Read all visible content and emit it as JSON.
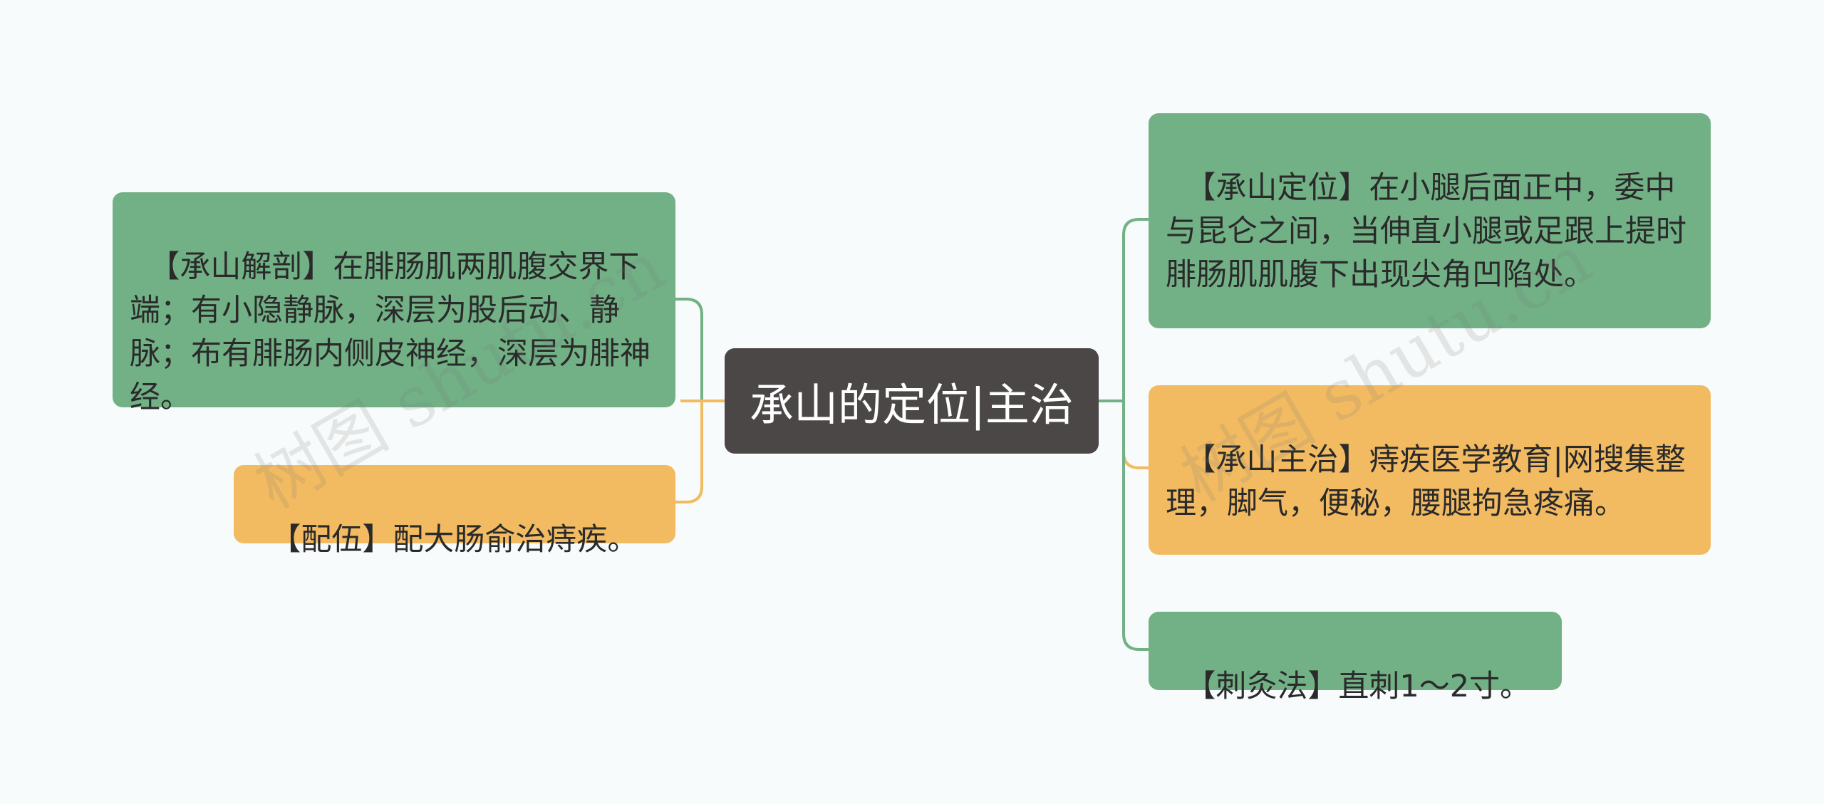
{
  "center": {
    "text": "承山的定位|主治"
  },
  "left": [
    {
      "text": "【承山解剖】在腓肠肌两肌腹交界下端；有小隐静脉，深层为股后动、静脉；布有腓肠内侧皮神经，深层为腓神经。",
      "color": "#72b186"
    },
    {
      "text": "【配伍】配大肠俞治痔疾。",
      "color": "#f2bb62"
    }
  ],
  "right": [
    {
      "text": "【承山定位】在小腿后面正中，委中与昆仑之间，当伸直小腿或足跟上提时腓肠肌肌腹下出现尖角凹陷处。",
      "color": "#72b186"
    },
    {
      "text": "【承山主治】痔疾医学教育|网搜集整理，脚气，便秘，腰腿拘急疼痛。",
      "color": "#f2bb62"
    },
    {
      "text": "【刺灸法】直刺1～2寸。",
      "color": "#72b186"
    }
  ],
  "watermark": "树图 shutu.cn",
  "colors": {
    "green_link": "#72b186",
    "orange_link": "#f2bb62",
    "center_bg": "#4b4747"
  }
}
